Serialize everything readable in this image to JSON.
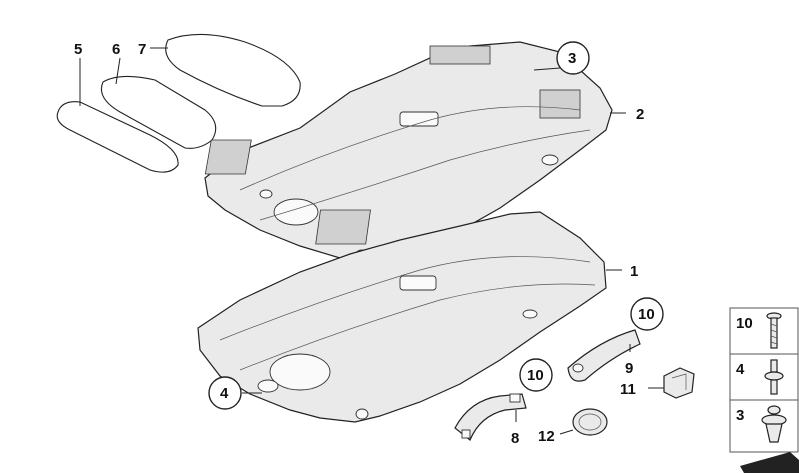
{
  "callouts": {
    "c1": "1",
    "c2": "2",
    "c3": "3",
    "c4": "4",
    "c5": "5",
    "c6": "6",
    "c7": "7",
    "c8": "8",
    "c9": "9",
    "c10a": "10",
    "c10b": "10",
    "c11": "11",
    "c12": "12"
  },
  "legend": {
    "items": [
      "10",
      "4",
      "3"
    ]
  }
}
